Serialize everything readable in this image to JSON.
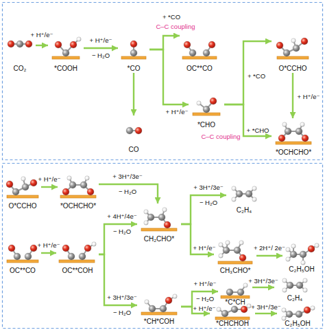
{
  "diagram": {
    "nodes": [
      {
        "text": [
          "CO₂"
        ]
      },
      {
        "text": [
          "*COOH"
        ]
      },
      {
        "text": [
          "*CO"
        ]
      },
      {
        "text": [
          "OC**CO"
        ]
      },
      {
        "text": [
          "CO"
        ]
      },
      {
        "text": [
          "*CHO"
        ]
      },
      {
        "text": [
          "O*CCHO"
        ]
      },
      {
        "text": [
          "*OCHCHO*"
        ]
      },
      {
        "text": [
          "O*CCHO"
        ]
      },
      {
        "text": [
          "*OCHCHO*"
        ]
      },
      {
        "text": [
          "OC**CO"
        ]
      },
      {
        "text": [
          "OC**COH"
        ]
      },
      {
        "text": [
          "CH₂CHO*"
        ]
      },
      {
        "text": [
          "C₂H₄"
        ]
      },
      {
        "text": [
          "CH₃CHO*"
        ]
      },
      {
        "text": [
          "C₂H₅OH"
        ]
      },
      {
        "text": [
          "*CH*COH"
        ]
      },
      {
        "text": [
          "*C*CH"
        ]
      },
      {
        "text": [
          "C₂H₄"
        ]
      },
      {
        "text": [
          "*CHCHOH"
        ]
      },
      {
        "text": [
          "C₂H₅OH"
        ]
      }
    ],
    "edges": [
      {
        "from": 0,
        "to": 1,
        "arrow": "to",
        "label": "+ H⁺/e⁻"
      },
      {
        "from": 1,
        "to": 2,
        "arrow": "to",
        "label": "+ H⁺/e⁻ − H₂O"
      },
      {
        "from": 2,
        "to": 3,
        "arrow": "to",
        "label": "+ *CO"
      },
      {
        "from": 2,
        "to": 5,
        "arrow": "to",
        "label": "+ H⁺/e⁻"
      },
      {
        "from": 2,
        "to": 4,
        "arrow": "to"
      },
      {
        "from": 5,
        "to": 6,
        "arrow": "to",
        "label": "+ *CO"
      },
      {
        "from": 5,
        "to": 7,
        "arrow": "to",
        "label": "+ *CHO"
      },
      {
        "from": 6,
        "to": 7,
        "arrow": "to",
        "label": "+ H⁺/e⁻"
      },
      {
        "from": 8,
        "to": 9,
        "arrow": "to",
        "label": "+ H⁺/e⁻"
      },
      {
        "from": 9,
        "to": 12,
        "arrow": "to",
        "label": "+ 3H⁺/3e⁻ − H₂O"
      },
      {
        "from": 10,
        "to": 11,
        "arrow": "to",
        "label": "+ H⁺/e⁻"
      },
      {
        "from": 11,
        "to": 12,
        "arrow": "to",
        "label": "+ 4H⁺/4e⁻ − H₂O"
      },
      {
        "from": 11,
        "to": 16,
        "arrow": "to",
        "label": "+ 3H⁺/3e⁻ − H₂O"
      },
      {
        "from": 12,
        "to": 13,
        "arrow": "to",
        "label": "+ 3H⁺/3e⁻ − H₂O"
      },
      {
        "from": 12,
        "to": 14,
        "arrow": "to",
        "label": "+ H⁺/e⁻"
      },
      {
        "from": 14,
        "to": 15,
        "arrow": "to",
        "label": "+ 2H⁺/ 2e⁻"
      },
      {
        "from": 16,
        "to": 17,
        "arrow": "to",
        "label": "+ H⁺/e⁻ − H₂O"
      },
      {
        "from": 16,
        "to": 19,
        "arrow": "to",
        "label": "+ H⁺/e⁻"
      },
      {
        "from": 17,
        "to": 18,
        "arrow": "to",
        "label": "+ 3H⁺/3e⁻"
      },
      {
        "from": 19,
        "to": 20,
        "arrow": "to",
        "label": "+ 3H⁺/3e⁻"
      }
    ],
    "labels": [
      "C–C coupling",
      "C–C coupling"
    ]
  }
}
